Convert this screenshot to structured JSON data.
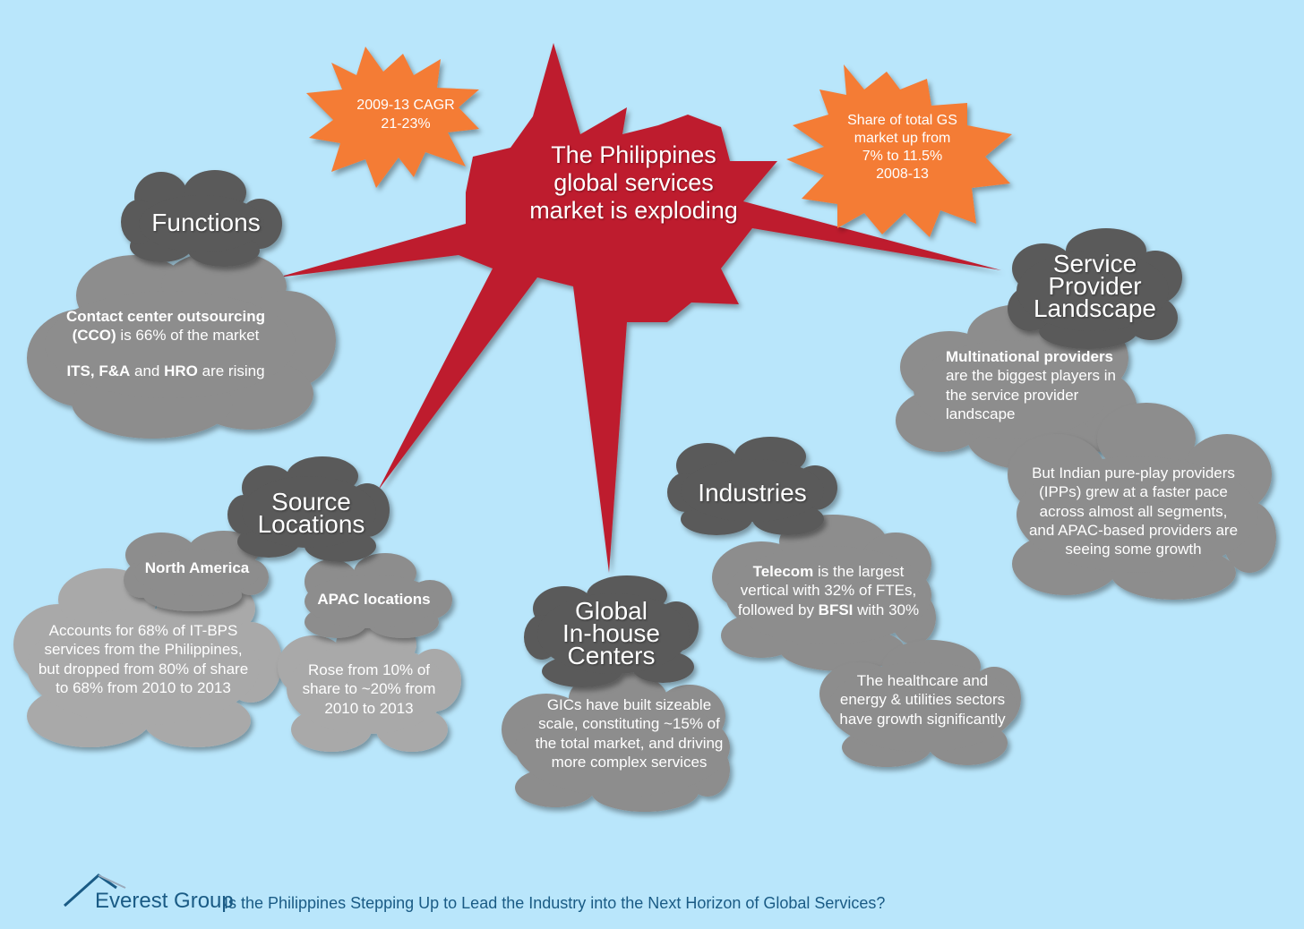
{
  "center": {
    "title": "The Philippines global services market is exploding"
  },
  "bursts": {
    "cagr": {
      "line1": "2009-13 CAGR",
      "line2": "21-23%"
    },
    "share": {
      "line1": "Share of total GS",
      "line2": "market up from",
      "line3": "7% to 11.5%",
      "line4": "2008-13"
    }
  },
  "functions": {
    "heading": "Functions",
    "cco_bold": "Contact center outsourcing (CCO)",
    "cco_rest": " is 66% of the market",
    "rising_its": "ITS, F&A",
    "rising_and": " and ",
    "rising_hro": "HRO",
    "rising_rest": " are rising"
  },
  "service_provider": {
    "heading_line1": "Service",
    "heading_line2": "Provider",
    "heading_line3": "Landscape",
    "mnc_bold": "Multinational providers",
    "mnc_rest": " are the biggest players in the service provider landscape",
    "indian": "But Indian pure-play providers (IPPs) grew  at a faster pace across almost all segments, and APAC-based providers are seeing some growth"
  },
  "source_locations": {
    "heading_line1": "Source",
    "heading_line2": "Locations",
    "na_label": "North America",
    "na_text": "Accounts for 68% of IT-BPS services from the Philippines, but dropped from 80% of share to 68% from 2010 to 2013",
    "apac_label": "APAC locations",
    "apac_text": "Rose from 10% of share to ~20% from 2010 to 2013"
  },
  "industries": {
    "heading": "Industries",
    "telecom_bold": "Telecom",
    "telecom_mid": " is the largest vertical with 32% of FTEs, followed by ",
    "bfsi_bold": "BFSI",
    "telecom_end": " with 30%",
    "healthcare": "The healthcare and energy & utilities sectors have growth significantly"
  },
  "gic": {
    "heading_line1": "Global",
    "heading_line2": "In-house",
    "heading_line3": "Centers",
    "text": "GICs have built sizeable scale, constituting ~15% of the total market, and driving more complex services"
  },
  "footer": {
    "logo": "Everest Group",
    "tagline": "Is the Philippines Stepping Up to Lead the Industry into the Next Horizon of Global Services?"
  },
  "colors": {
    "background": "#b9e6fb",
    "center_burst": "#be1e2d",
    "small_burst": "#f47b35",
    "dark_cloud": "#5a5a5a",
    "mid_cloud": "#8b8b8b",
    "light_cloud": "#a9a9a9",
    "brand": "#1a5b85"
  },
  "icons": [
    "logo-mountain-icon"
  ]
}
